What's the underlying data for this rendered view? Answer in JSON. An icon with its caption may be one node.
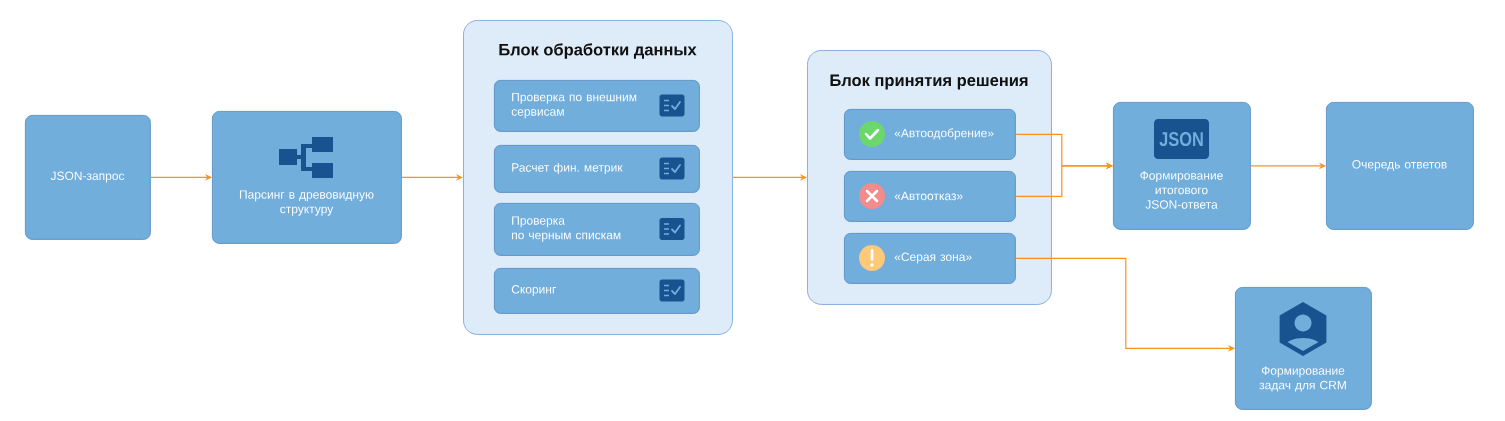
{
  "diagram": {
    "nodes": [
      {
        "text": [
          "JSON-запрос"
        ]
      },
      {
        "text": [
          "Парсинг в древовидную структуру"
        ]
      },
      {
        "text": [
          "Блок обработки данных"
        ]
      },
      {
        "text": [
          "Проверка по внешним сервисам"
        ],
        "in": 2
      },
      {
        "text": [
          "Расчет фин. метрик"
        ],
        "in": 2
      },
      {
        "text": [
          "Проверка по черным спискам"
        ],
        "in": 2
      },
      {
        "text": [
          "Скоринг"
        ],
        "in": 2
      },
      {
        "text": [
          "Блок принятия решения"
        ]
      },
      {
        "text": [
          "«Автоодобрение»"
        ],
        "in": 7
      },
      {
        "text": [
          "«Автоотказ»"
        ],
        "in": 7
      },
      {
        "text": [
          "«Серая зона»"
        ],
        "in": 7
      },
      {
        "text": [
          "JSON",
          "Формирование итогового JSON-ответа"
        ]
      },
      {
        "text": [
          "Очередь ответов"
        ]
      },
      {
        "text": [
          "Формирование задач для CRM"
        ]
      }
    ],
    "edges": [
      {
        "from": 0,
        "to": 1,
        "arrow": "to"
      },
      {
        "from": 1,
        "to": 2,
        "arrow": "to"
      },
      {
        "from": 2,
        "to": 7,
        "arrow": "to"
      },
      {
        "from": 8,
        "to": 11,
        "arrow": "to"
      },
      {
        "from": 9,
        "to": 11,
        "arrow": "to"
      },
      {
        "from": 10,
        "to": 13,
        "arrow": "to"
      },
      {
        "from": 11,
        "to": 12,
        "arrow": "to"
      }
    ]
  }
}
